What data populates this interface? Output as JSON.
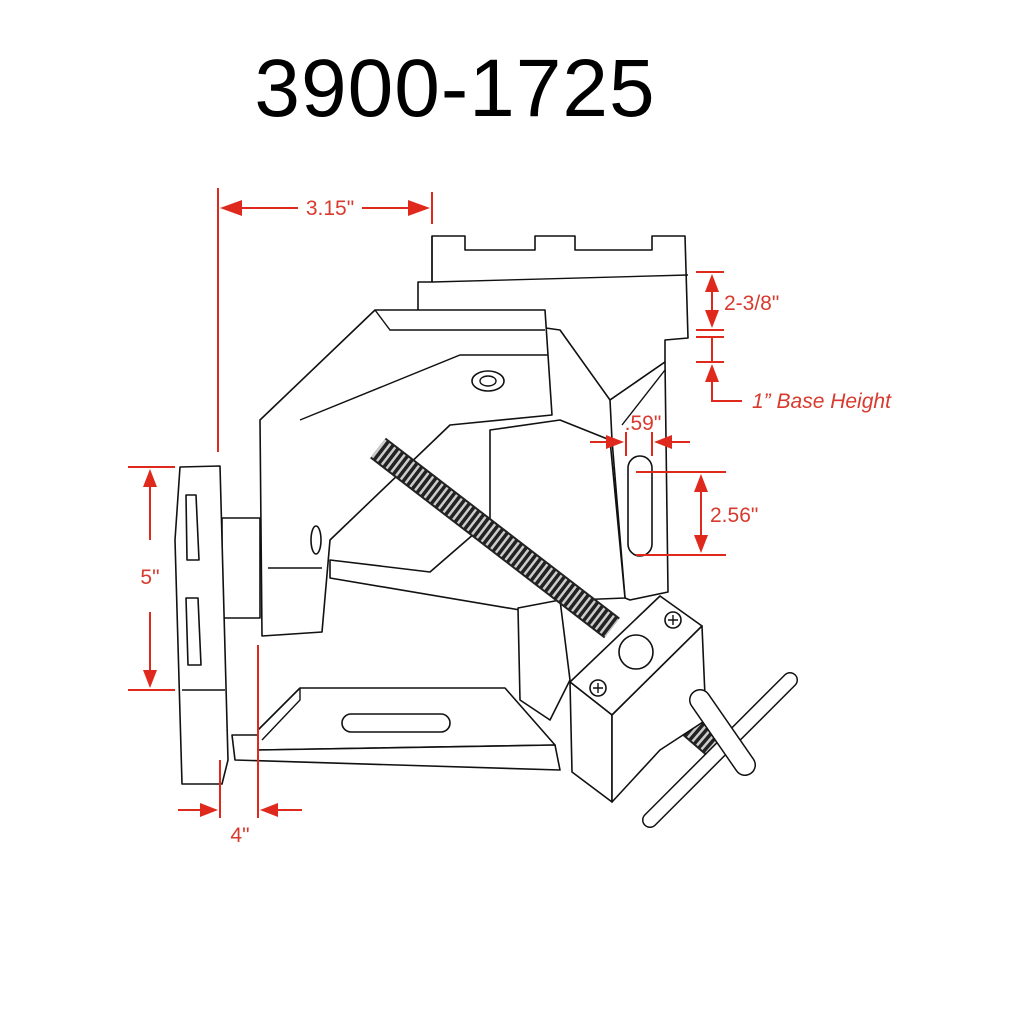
{
  "title": "3900-1725",
  "colors": {
    "dimension": "#e0291d",
    "drawing": "#111111"
  },
  "dimensions": {
    "width_jaw": "3.15\"",
    "jaw_height": "2-3/8\"",
    "base_height": "1” Base Height",
    "slot_width": ".59\"",
    "slot_length": "2.56\"",
    "jaw_length": "5\"",
    "offset": "4\""
  }
}
